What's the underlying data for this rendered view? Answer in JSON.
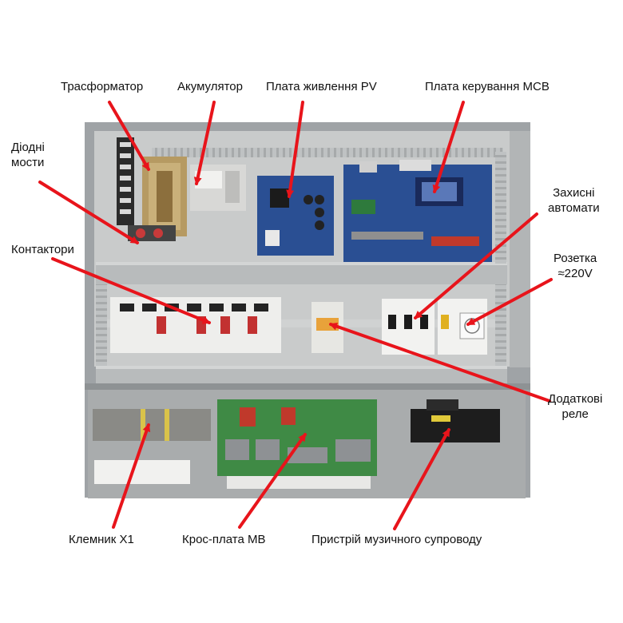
{
  "labels": {
    "transformer": "Трасформатор",
    "battery": "Акумулятор",
    "pv_board": "Плата живлення PV",
    "mcb_board": "Плата керування MCB",
    "diode_bridges": [
      "Діодні",
      "мости"
    ],
    "protective_breakers": [
      "Захисні",
      "автомати"
    ],
    "contactors": "Контактори",
    "socket": [
      "Розетка",
      "≈220V"
    ],
    "extra_relays": [
      "Додаткові",
      "реле"
    ],
    "terminal_block": "Клемник X1",
    "cross_board": "Крос-плата MB",
    "music_device": "Пристрій музичного супроводу"
  },
  "colors": {
    "arrow": "#e8141b",
    "cabinet_frame": "#9fa3a6",
    "cabinet_back": "#c9cbcb",
    "duct": "#b9bcbd",
    "pcb_blue": "#2a4f93",
    "pcb_green": "#3f8a45"
  }
}
